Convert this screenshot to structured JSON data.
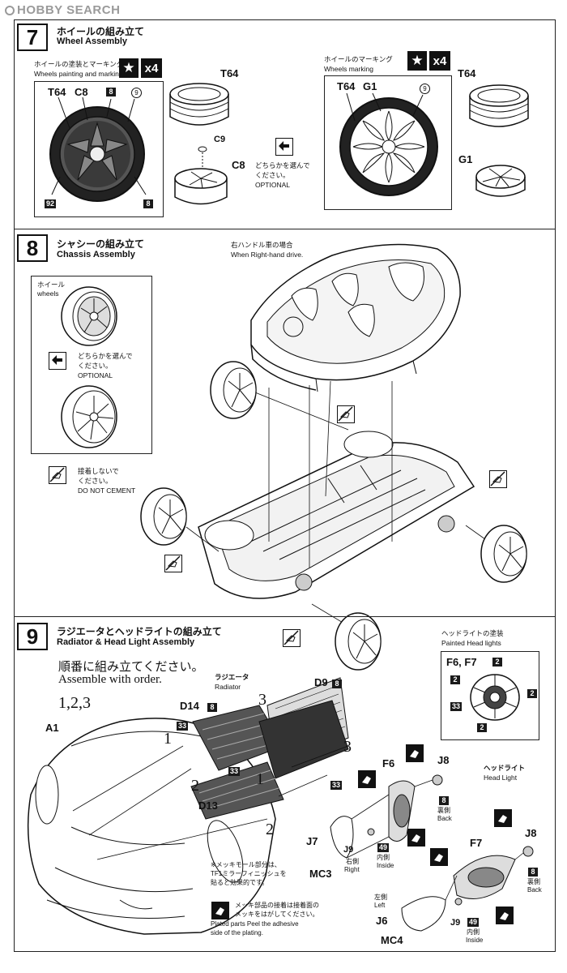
{
  "watermark": "HOBBY SEARCH",
  "step7": {
    "number": "7",
    "title_jp": "ホイールの組み立て",
    "title_en": "Wheel Assembly",
    "box_left": {
      "caption_jp": "ホイールの塗装とマーキング",
      "caption_en": "Wheels painting and marking",
      "multiplier": "x4",
      "parts": [
        "T64",
        "C8"
      ],
      "badge_top": "8",
      "circle_top": "9",
      "badge_bottom_left": "92",
      "badge_bottom_right": "8"
    },
    "middle": {
      "tire_label": "T64",
      "cap_label": "C9",
      "wheel_label": "C8",
      "optional_jp_1": "どちらかを選んで",
      "optional_jp_2": "ください。",
      "optional_en": "OPTIONAL"
    },
    "box_right": {
      "caption_jp": "ホイールのマーキング",
      "caption_en": "Wheels marking",
      "multiplier": "x4",
      "parts": [
        "T64",
        "G1"
      ],
      "circle": "9"
    },
    "right": {
      "tire_label": "T64",
      "wheel_label": "G1"
    }
  },
  "step8": {
    "number": "8",
    "title_jp": "シャシーの組み立て",
    "title_en": "Chassis Assembly",
    "rhd_jp": "右ハンドル車の場合",
    "rhd_en": "When Right-hand drive.",
    "wheels_box": {
      "label_jp": "ホイール",
      "label_en": "wheels",
      "optional_jp_1": "どちらかを選んで",
      "optional_jp_2": "ください。",
      "optional_en": "OPTIONAL"
    },
    "no_cement_jp_1": "接着しないで",
    "no_cement_jp_2": "ください。",
    "no_cement_en": "DO NOT CEMENT"
  },
  "step9": {
    "number": "9",
    "title_jp": "ラジエータとヘッドライトの組み立て",
    "title_en": "Radiator & Head Light Assembly",
    "order_jp": "順番に組み立てください。",
    "order_en": "Assemble with order.",
    "order_seq": "1,2,3",
    "radiator_jp": "ラジエータ",
    "radiator_en": "Radiator",
    "parts": {
      "a1": "A1",
      "d14": "D14",
      "d14_badge": "8",
      "d9": "D9",
      "d9_badge": "8",
      "d13": "D13",
      "badge_33a": "33",
      "badge_33b": "33",
      "badge_33c": "33"
    },
    "order_numbers": [
      "1",
      "2",
      "3",
      "1",
      "2",
      "3",
      "1",
      "2"
    ],
    "headlight_paint": {
      "title_jp": "ヘッドライトの塗装",
      "title_en": "Painted Head lights",
      "parts": "F6, F7",
      "b2a": "2",
      "b2b": "2",
      "b2c": "2",
      "b2d": "2",
      "b33": "33"
    },
    "headlight_jp": "ヘッドライト",
    "headlight_en": "Head Light",
    "f6": "F6",
    "f7": "F7",
    "j8a": "J8",
    "j8b": "J8",
    "j8_badge": "8",
    "back_jp": "裏側",
    "back_en": "Back",
    "j7": "J7",
    "mc3": "MC3",
    "right_jp": "右側",
    "right_en": "Right",
    "j9a": "J9",
    "j9b": "J9",
    "j9_badge": "49",
    "inside_jp": "内側",
    "inside_en": "Inside",
    "left_jp": "左側",
    "left_en": "Left",
    "j6": "J6",
    "mc4": "MC4",
    "chrome_note_1": "※メッキモール部分は、",
    "chrome_note_2": "TF1ミラーフィニッシュを",
    "chrome_note_3": "貼ると効果的です。",
    "plated_jp_1": "メッキ部品の接着は接着面の",
    "plated_jp_2": "メッキをはがしてください。",
    "plated_en_1": "Plated parts Peel the adhesive",
    "plated_en_2": "side of the plating."
  }
}
